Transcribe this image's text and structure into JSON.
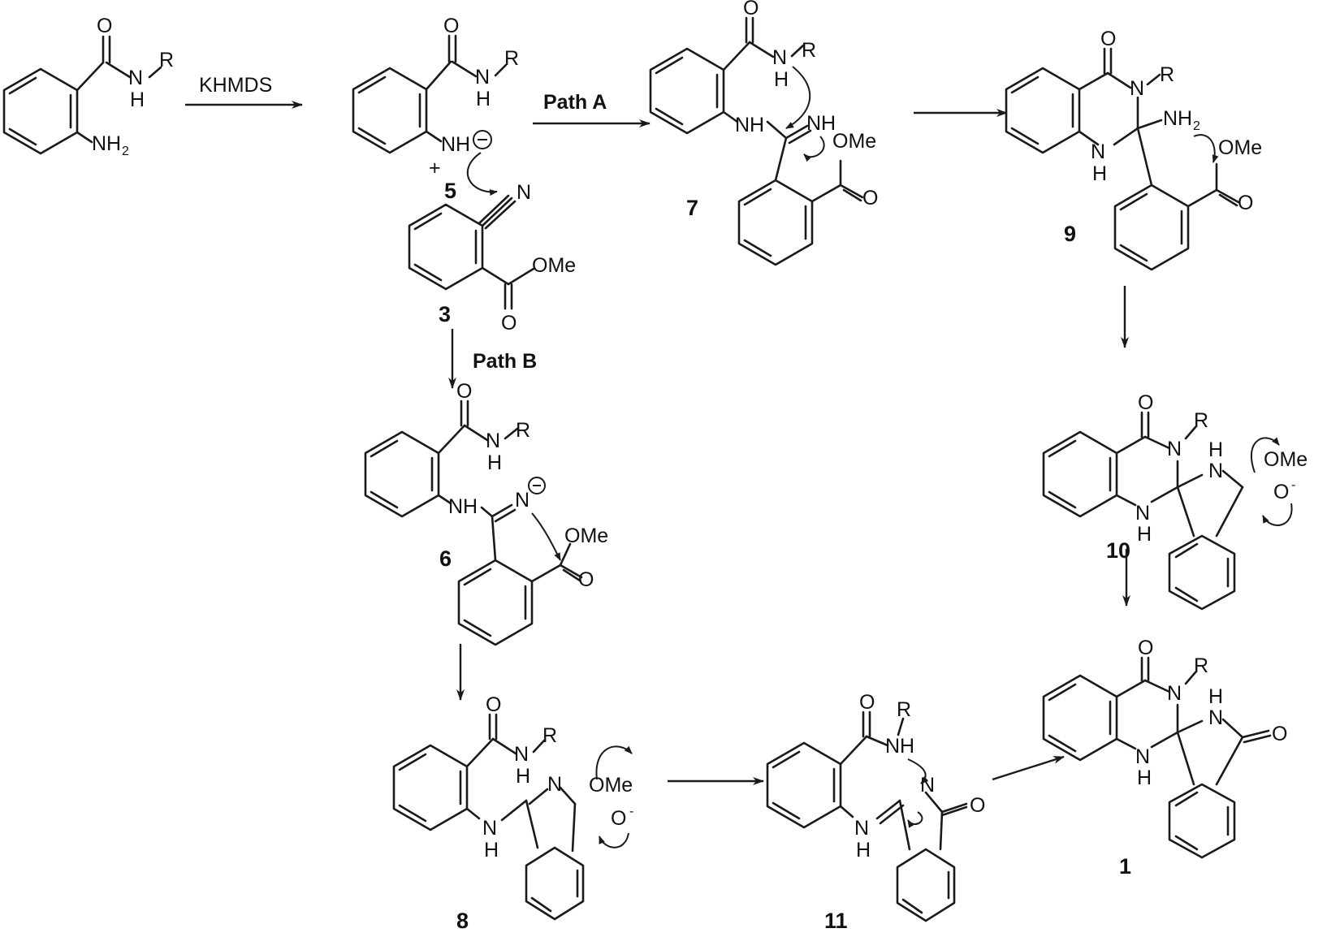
{
  "reagents": {
    "step1": "KHMDS",
    "path_a": "Path A",
    "path_b": "Path B"
  },
  "atoms": {
    "O": "O",
    "N": "N",
    "H": "H",
    "R": "R",
    "NH": "NH",
    "NH2_base": "NH",
    "sub2": "2",
    "NH_minus": "NH",
    "OMe": "OMe",
    "O_minus": "O",
    "minus": "-",
    "plus": "+",
    "circle_minus": "⊖"
  },
  "compounds": {
    "c3": "3",
    "c5": "5",
    "c6": "6",
    "c7": "7",
    "c8": "8",
    "c9": "9",
    "c10": "10",
    "c11": "11",
    "c1": "1"
  }
}
